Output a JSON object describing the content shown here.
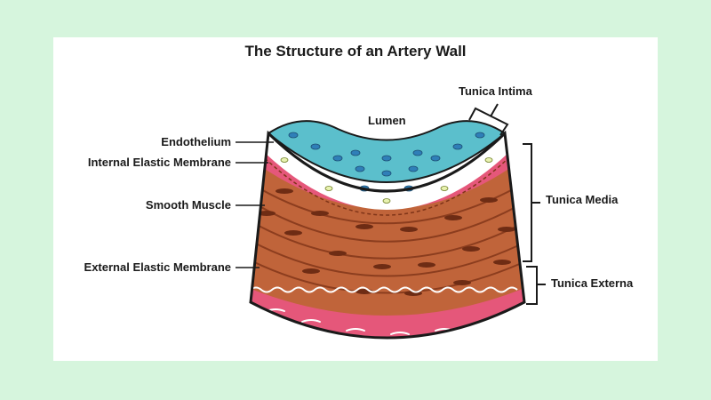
{
  "title": "The Structure of an Artery Wall",
  "labels": {
    "lumen": "Lumen",
    "endothelium": "Endothelium",
    "internal_elastic": "Internal Elastic Membrane",
    "smooth_muscle": "Smooth Muscle",
    "external_elastic": "External Elastic Membrane",
    "tunica_intima": "Tunica Intima",
    "tunica_media": "Tunica Media",
    "tunica_externa": "Tunica Externa"
  },
  "colors": {
    "background": "#d6f5dd",
    "endothelium": "#5bbfcc",
    "cell_nucleus": "#2f7fb8",
    "smooth_muscle": "#b8562f",
    "muscle_cell": "#8c3d22",
    "externa": "#e5577a",
    "elastic_membrane": "#ffffff"
  }
}
